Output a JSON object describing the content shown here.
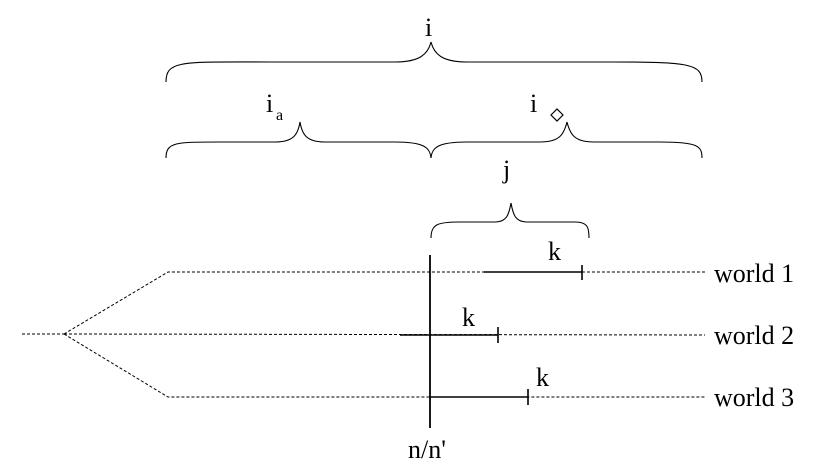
{
  "labels": {
    "i": "i",
    "i_a_base": "i",
    "i_a_sub": "a",
    "i_diamond_base": "i",
    "j": "j",
    "k1": "k",
    "k2": "k",
    "k3": "k",
    "now": "n/n'"
  },
  "worlds": [
    {
      "label": "world 1"
    },
    {
      "label": "world 2"
    },
    {
      "label": "world 3"
    }
  ]
}
